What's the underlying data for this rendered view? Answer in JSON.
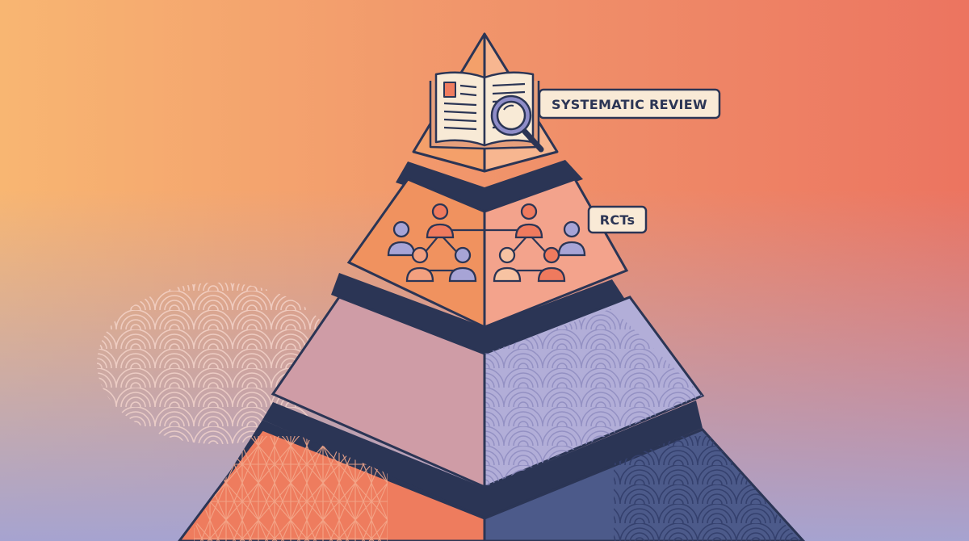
{
  "labels": {
    "top_tier": "SYSTEMATIC REVIEW",
    "second_tier": "RCTs"
  },
  "tier_count": 4,
  "colors": {
    "outline": "#2b3555",
    "label_bg": "#f9ead6",
    "background_top_left": "#f9b873",
    "background_top_right": "#ee7a5f",
    "background_bottom": "#a9a4cf"
  },
  "icons": [
    "open-book-icon",
    "magnifying-glass-icon",
    "network-people-icon"
  ]
}
